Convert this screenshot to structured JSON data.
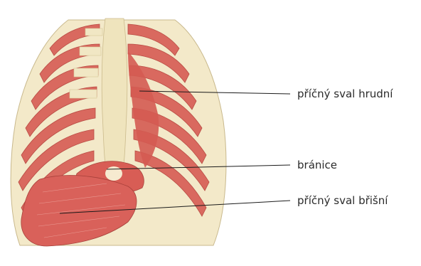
{
  "labels": {
    "transversus_thoracis": "příčný sval hrudní",
    "diaphragm": "bránice",
    "transversus_abdominis": "příčný sval břišní"
  },
  "colors": {
    "rib": "#d9695f",
    "rib_dark": "#b94c44",
    "cartilage": "#f1e7c4",
    "cartilage_edge": "#d8c99a",
    "sternum": "#efe4bd",
    "muscle": "#d45b52",
    "muscle_light": "#e79a8f",
    "leader": "#1a1a1a"
  }
}
